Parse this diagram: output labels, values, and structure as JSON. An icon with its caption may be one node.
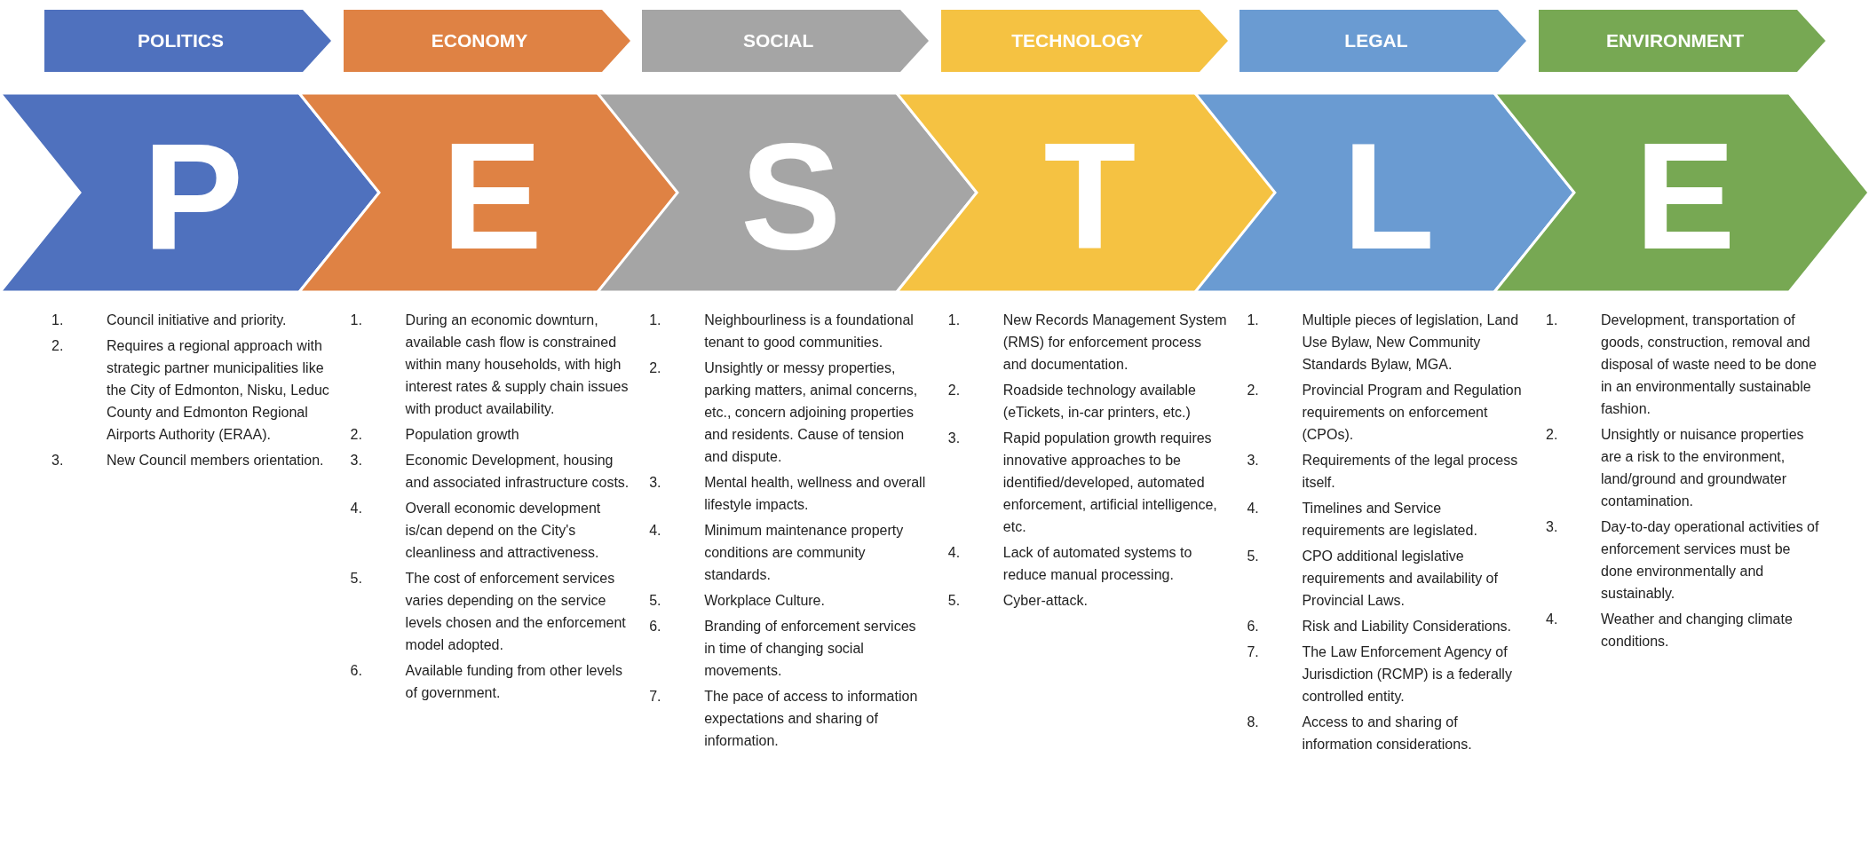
{
  "diagram": {
    "nodes": [
      {
        "text": [
          "POLITICS"
        ]
      },
      {
        "text": [
          "ECONOMY"
        ]
      },
      {
        "text": [
          "SOCIAL"
        ]
      },
      {
        "text": [
          "TECHNOLOGY"
        ]
      },
      {
        "text": [
          "LEGAL"
        ]
      },
      {
        "text": [
          "ENVIRONMENT"
        ]
      },
      {
        "text": [
          "P"
        ],
        "beside": [
          "1.",
          "Council initiative and priority.",
          "2.",
          "Requires a regional approach with strategic partner municipalities like the City of Edmonton, Nisku, Leduc County and Edmonton Regional Airports Authority (ERAA).",
          "3.",
          "New Council members orientation."
        ]
      },
      {
        "text": [
          "E"
        ],
        "beside": [
          "1.",
          "During an economic downturn, available cash flow is constrained within many households, with high interest rates  & supply chain issues with product availability.",
          "2.",
          "Population growth",
          "3.",
          "Economic Development, housing and associated infrastructure costs.",
          "4.",
          "Overall economic development is/can depend on the City's cleanliness and attractiveness.",
          "5.",
          "The cost of enforcement services varies depending on the service levels chosen and the enforcement model adopted.",
          "6.",
          "Available funding from other levels of government."
        ]
      },
      {
        "text": [
          "S"
        ],
        "beside": [
          "1.",
          "Neighbourliness is a foundational tenant to good communities.",
          "2.",
          "Unsightly or messy properties, parking matters, animal concerns, etc., concern adjoining properties and residents. Cause of tension and dispute.",
          "3.",
          "Mental health, wellness and overall lifestyle impacts.",
          "4.",
          "Minimum maintenance property conditions are community standards.",
          "5.",
          "Workplace Culture.",
          "6.",
          "Branding of enforcement services in time of changing social movements.",
          "7.",
          "The pace of access to information expectations and sharing of information."
        ]
      },
      {
        "text": [
          "T"
        ],
        "beside": [
          "1.",
          "New Records Management System (RMS) for enforcement process and documentation.",
          "2.",
          "Roadside technology available (eTickets, in-car printers, etc.)",
          "3.",
          "Rapid population growth requires innovative approaches to be identified/developed, automated enforcement, artificial intelligence, etc.",
          "4.",
          "Lack of automated systems to reduce manual processing.",
          "5.",
          "Cyber-attack."
        ]
      },
      {
        "text": [
          "L"
        ],
        "beside": [
          "1.",
          "Multiple pieces of legislation, Land Use Bylaw, New Community Standards Bylaw, MGA.",
          "2.",
          "Provincial Program and Regulation requirements on enforcement (CPOs).",
          "3.",
          "Requirements of the legal process itself.",
          "4.",
          "Timelines and Service requirements are legislated.",
          "5.",
          "CPO additional legislative requirements and availability of Provincial Laws.",
          "6.",
          "Risk and Liability Considerations.",
          "7.",
          "The Law Enforcement Agency of Jurisdiction (RCMP) is a federally controlled entity.",
          "8.",
          "Access to and sharing of information considerations."
        ]
      },
      {
        "text": [
          "E"
        ],
        "beside": [
          "1.",
          "Development, transportation of goods, construction, removal and disposal of waste need to be done in an environmentally sustainable fashion.",
          "2.",
          "Unsightly or nuisance properties are a risk to the environment, land/ground and groundwater contamination.",
          "3.",
          "Day-to-day operational activities of enforcement services must be done environmentally and sustainably.",
          "4.",
          "Weather and changing climate conditions."
        ]
      }
    ]
  }
}
